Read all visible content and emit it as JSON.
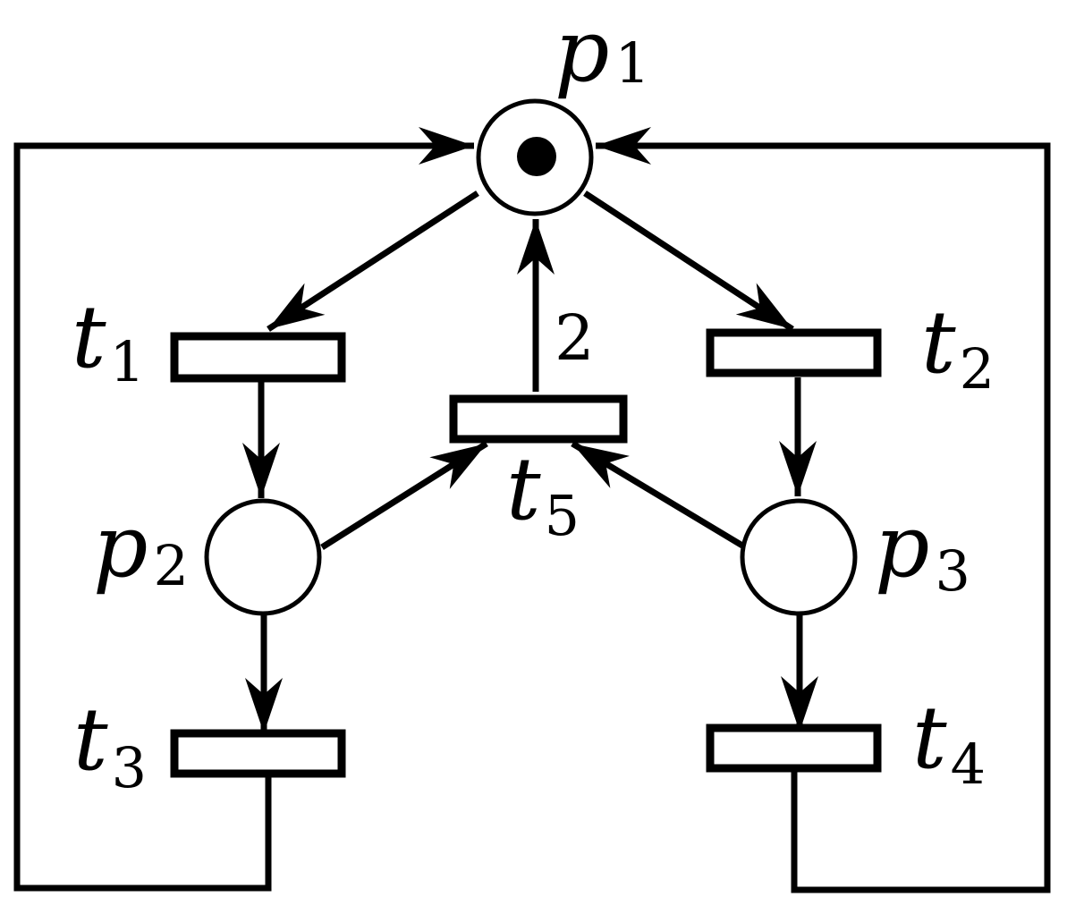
{
  "places": {
    "p1": {
      "name": "p",
      "index": "1",
      "tokens": 1
    },
    "p2": {
      "name": "p",
      "index": "2",
      "tokens": 0
    },
    "p3": {
      "name": "p",
      "index": "3",
      "tokens": 0
    }
  },
  "transitions": {
    "t1": {
      "name": "t",
      "index": "1"
    },
    "t2": {
      "name": "t",
      "index": "2"
    },
    "t3": {
      "name": "t",
      "index": "3"
    },
    "t4": {
      "name": "t",
      "index": "4"
    },
    "t5": {
      "name": "t",
      "index": "5"
    }
  },
  "arcs": {
    "t5_p1": {
      "weight": "2"
    }
  }
}
